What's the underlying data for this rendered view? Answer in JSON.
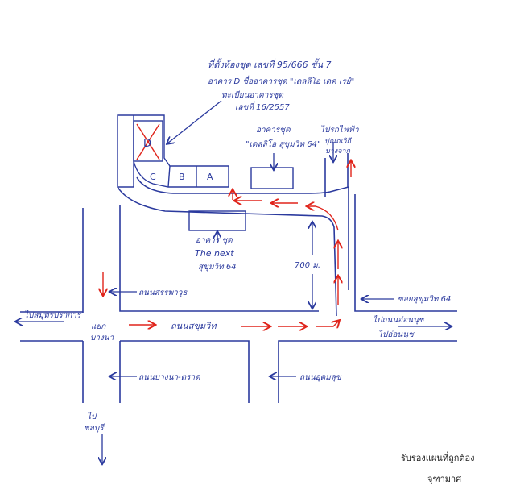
{
  "colors": {
    "ink": "#2b3a9e",
    "route": "#e0241b"
  },
  "address_note": {
    "line1": "ที่ตั้งห้องชุด เลขที่ 95/666 ชั้น 7",
    "line2": "อาคาร D ชื่ออาคารชุด \"เดลลิโอ เดค เรย์\"",
    "line3": "ทะเบียนอาคารชุด",
    "line4": "เลขที่ 16/2557"
  },
  "buildings": {
    "unit_d": "D",
    "unit_c": "C",
    "unit_b": "B",
    "unit_a": "A",
    "project_line1": "อาคารชุด",
    "project_line2": "\"เดลลิโอ สุขุมวิท 64\"",
    "the_next_line1": "อาคาร ชุด",
    "the_next_line2": "The next",
    "the_next_line3": "สุขุมวิท 64"
  },
  "labels": {
    "to_rail": "ไปรถไฟฟ้า",
    "to_rail2": "ปุณณวิถี",
    "to_rail3": "บางจาก",
    "distance": "700 ม.",
    "soi_64": "ซอยสุขุมวิท 64",
    "sanphawut": "ถนนสรรพาวุธ",
    "sukhumvit": "ถนนสุขุมวิท",
    "to_samut_prakan": "ไปสมุทรปราการ",
    "bangna_junction": "แยก",
    "bangna_junction2": "บางนา",
    "to_on_nut": "ไปถนนอ่อนนุช",
    "to_on_nut2": "ไปอ่อนนุช",
    "bangna_trat": "ถนนบางนา-ตราด",
    "udomsuk": "ถนนอุดมสุข",
    "to_chonburi": "ไป",
    "to_chonburi2": "ชลบุรี"
  },
  "certification": {
    "line1": "รับรองแผนที่ถูกต้อง",
    "line2": "จุฑามาศ"
  }
}
